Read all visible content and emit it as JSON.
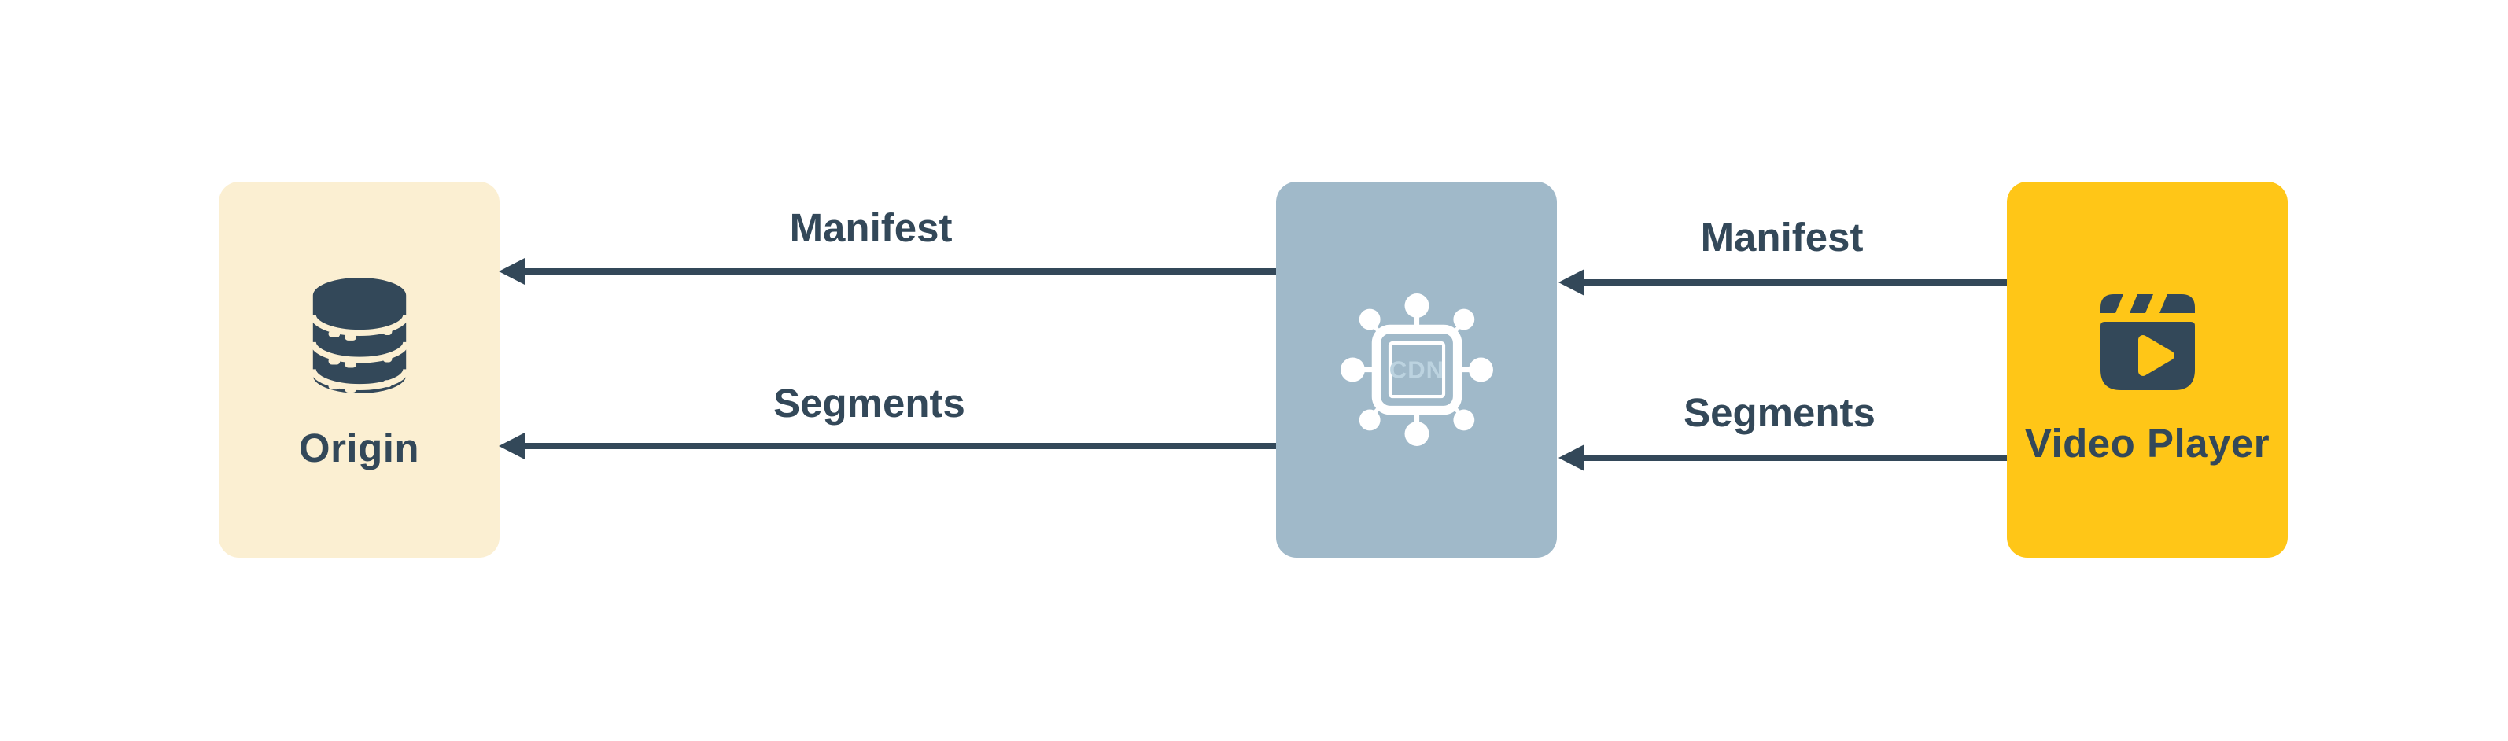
{
  "diagram": {
    "title": "",
    "nodes": [
      {
        "id": "origin",
        "label": "Origin",
        "icon": "database-icon",
        "fill": "#FBEFD2"
      },
      {
        "id": "cdn",
        "icon_label": "CDN",
        "icon": "cdn-network-icon",
        "fill": "#A0B9C9"
      },
      {
        "id": "video_player",
        "label": "Video Player",
        "icon": "clapperboard-icon",
        "fill": "#FFC617"
      }
    ],
    "edges": [
      {
        "label": "Manifest",
        "from": "cdn",
        "to": "origin",
        "direction": "left"
      },
      {
        "label": "Segments",
        "from": "cdn",
        "to": "origin",
        "direction": "left"
      },
      {
        "label": "Manifest",
        "from": "video_player",
        "to": "cdn",
        "direction": "left"
      },
      {
        "label": "Segments",
        "from": "video_player",
        "to": "cdn",
        "direction": "left"
      }
    ]
  },
  "colors": {
    "background": "#FFFFFF",
    "ink": "#334859",
    "origin_fill": "#FBEFD2",
    "cdn_fill": "#A0B9C9",
    "player_fill": "#FFC617",
    "cdn_icon": "#FFFFFF",
    "cdn_glyph": "#BCD3E0"
  }
}
